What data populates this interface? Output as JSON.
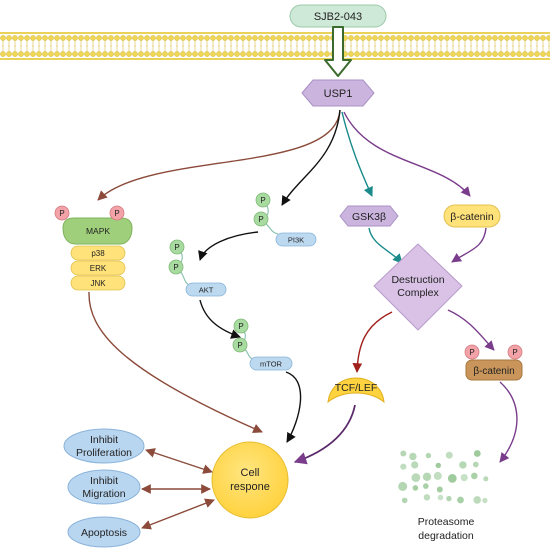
{
  "drug": "SJB2-043",
  "usp1": "USP1",
  "mapk": {
    "label": "MAPK",
    "p_left": "P",
    "p_right": "P",
    "sub": [
      "p38",
      "ERK",
      "JNK"
    ]
  },
  "pi3k": {
    "label": "PI3K",
    "p1": "P",
    "p2": "P"
  },
  "akt": {
    "label": "AKT",
    "p1": "P",
    "p2": "P"
  },
  "mtor": {
    "label": "mTOR",
    "p1": "P",
    "p2": "P"
  },
  "gsk3b": "GSK3β",
  "beta_catenin": "β-catenin",
  "destruction_complex": {
    "line1": "Destruction",
    "line2": "Complex"
  },
  "tcf_lef": "TCF/LEF",
  "p_beta_catenin": {
    "label": "β-catenin",
    "p1": "P",
    "p2": "P"
  },
  "proteasome": {
    "line1": "Proteasome",
    "line2": "degradation"
  },
  "cell_response": {
    "line1": "Cell",
    "line2": "respone"
  },
  "outcomes": [
    {
      "line1": "Inhibit",
      "line2": "Proliferation"
    },
    {
      "line1": "Inhibit",
      "line2": "Migration"
    },
    {
      "line1": "Apoptosis",
      "line2": ""
    }
  ],
  "colors": {
    "membrane": "#e8d25a",
    "drug_fill": "#cfe9d8",
    "usp1_fill": "#cbb5df",
    "diamond_fill": "#d9c2e6",
    "pill_yellow": "#ffe27a",
    "mapk_green": "#9fcf7a",
    "phospho_red": "#f3a3a8",
    "phospho_green": "#a8dba0",
    "kinase_blue": "#bcd9f0",
    "outcome_blue": "#b9d6f1",
    "cell_yellow": "#ffdb58",
    "arrow_brown": "#8b4a3a",
    "arrow_black": "#111111",
    "arrow_teal": "#1a8a8a",
    "arrow_purple": "#7a3d8c",
    "arrow_red": "#a0201c",
    "proteasome_green": "#9cc99a"
  }
}
